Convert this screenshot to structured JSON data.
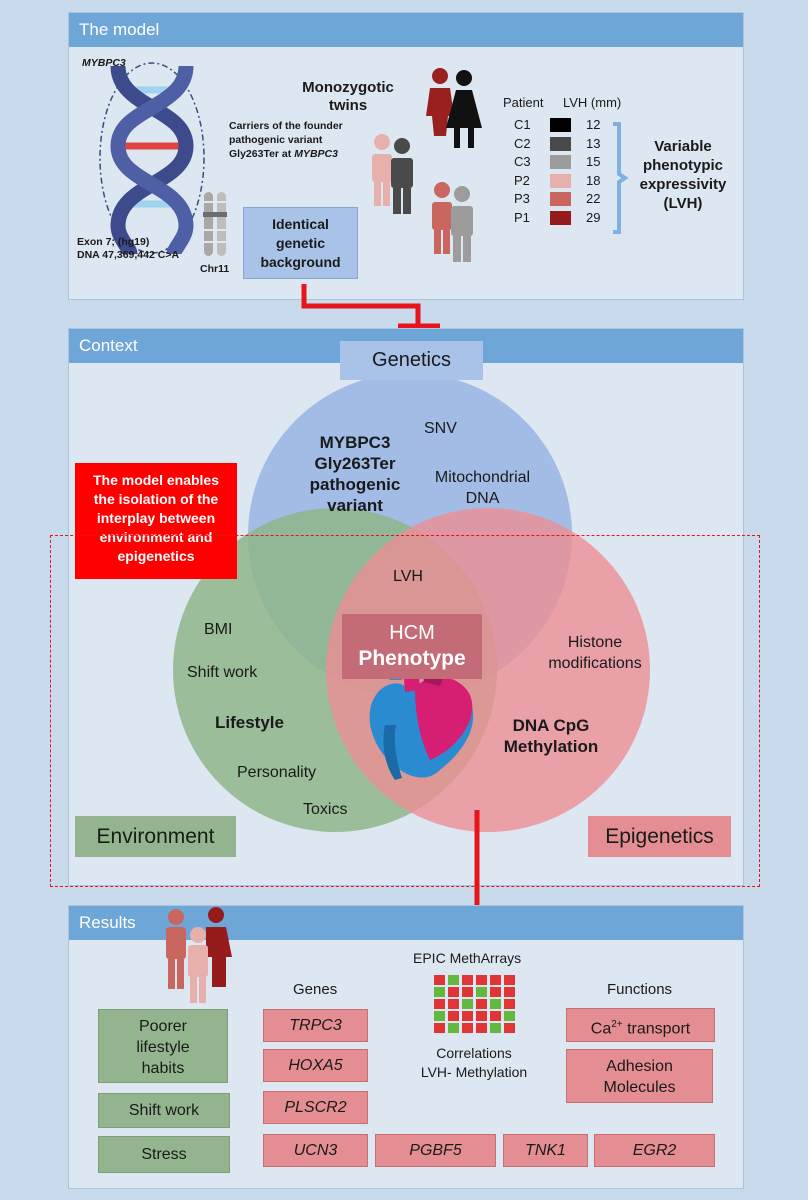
{
  "model": {
    "header": "The model",
    "gene_label": "MYBPC3",
    "exon_line1": "Exon 7; (hg19)",
    "exon_line2": "DNA 47,369,442 C>A",
    "chr_label": "Chr11",
    "carriers_line1": "Carriers of the founder",
    "carriers_line2": "pathogenic variant",
    "carriers_line3": "Gly263Ter at MYBPC3",
    "twins_line1": "Monozygotic",
    "twins_line2": "twins",
    "identical_line1": "Identical",
    "identical_line2": "genetic",
    "identical_line3": "background",
    "table_head_patient": "Patient",
    "table_head_lvh": "LVH (mm)",
    "patients": [
      {
        "id": "C1",
        "lvh": "12",
        "color": "#000000"
      },
      {
        "id": "C2",
        "lvh": "13",
        "color": "#4a4a4a"
      },
      {
        "id": "C3",
        "lvh": "15",
        "color": "#9c9c9c"
      },
      {
        "id": "P2",
        "lvh": "18",
        "color": "#e8b0ad"
      },
      {
        "id": "P3",
        "lvh": "22",
        "color": "#c9665f"
      },
      {
        "id": "P1",
        "lvh": "29",
        "color": "#961c1c"
      }
    ],
    "variable_line1": "Variable",
    "variable_line2": "phenotypic",
    "variable_line3": "expressivity",
    "variable_line4": "(LVH)"
  },
  "context": {
    "header": "Context",
    "genetics": "Genetics",
    "mybpc3_line1": "MYBPC3",
    "mybpc3_line2": "Gly263Ter",
    "mybpc3_line3": "pathogenic",
    "mybpc3_line4": "variant",
    "snv": "SNV",
    "mito_line1": "Mitochondrial",
    "mito_line2": "DNA",
    "model_note_line1": "The model enables",
    "model_note_line2": "the isolation of the",
    "model_note_line3": "interplay between",
    "model_note_line4": "environment and",
    "model_note_line5": "epigenetics",
    "lvh": "LVH",
    "hcm": "HCM",
    "phenotype": "Phenotype",
    "bmi": "BMI",
    "shift_work": "Shift work",
    "lifestyle": "Lifestyle",
    "personality": "Personality",
    "toxics": "Toxics",
    "histone_line1": "Histone",
    "histone_line2": "modifications",
    "dna_line1": "DNA CpG",
    "dna_line2": "Methylation",
    "environment": "Environment",
    "epigenetics": "Epigenetics",
    "colors": {
      "genetics": "#8eaee0",
      "environment": "#8fb58b",
      "epigenetics": "#ec8f93",
      "note": "#ff0000"
    }
  },
  "results": {
    "header": "Results",
    "habits_line1": "Poorer",
    "habits_line2": "lifestyle",
    "habits_line3": "habits",
    "shift_work": "Shift work",
    "stress": "Stress",
    "genes_label": "Genes",
    "genes": [
      "TRPC3",
      "HOXA5",
      "PLSCR2",
      "UCN3",
      "PGBF5",
      "TNK1",
      "EGR2"
    ],
    "epic": "EPIC MethArrays",
    "corr_line1": "Correlations",
    "corr_line2": "LVH- Methylation",
    "functions_label": "Functions",
    "ca_prefix": "Ca",
    "ca_sup": "2+",
    "ca_suffix": " transport",
    "adhesion_line1": "Adhesion",
    "adhesion_line2": "Molecules"
  }
}
